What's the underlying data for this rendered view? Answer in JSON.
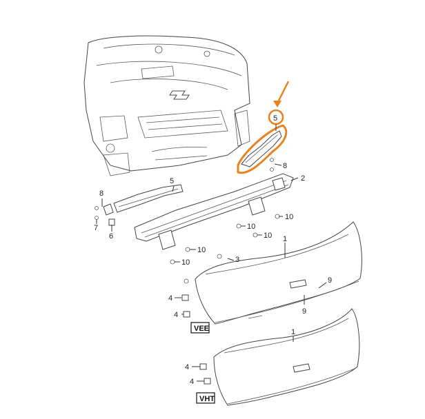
{
  "diagram": {
    "callouts": {
      "c1a": "1",
      "c1b": "1",
      "c2": "2",
      "c3": "3",
      "c4a": "4",
      "c4b": "4",
      "c4c": "4",
      "c4d": "4",
      "c5a": "5",
      "c5b": "5",
      "c6": "6",
      "c7": "7",
      "c8a": "8",
      "c8b": "8",
      "c9a": "9",
      "c9b": "9",
      "c10a": "10",
      "c10b": "10",
      "c10c": "10",
      "c10d": "10",
      "c10e": "10"
    },
    "tags": {
      "vee": "VEE",
      "vht": "VHT"
    },
    "highlight_color": "#e8821e"
  }
}
